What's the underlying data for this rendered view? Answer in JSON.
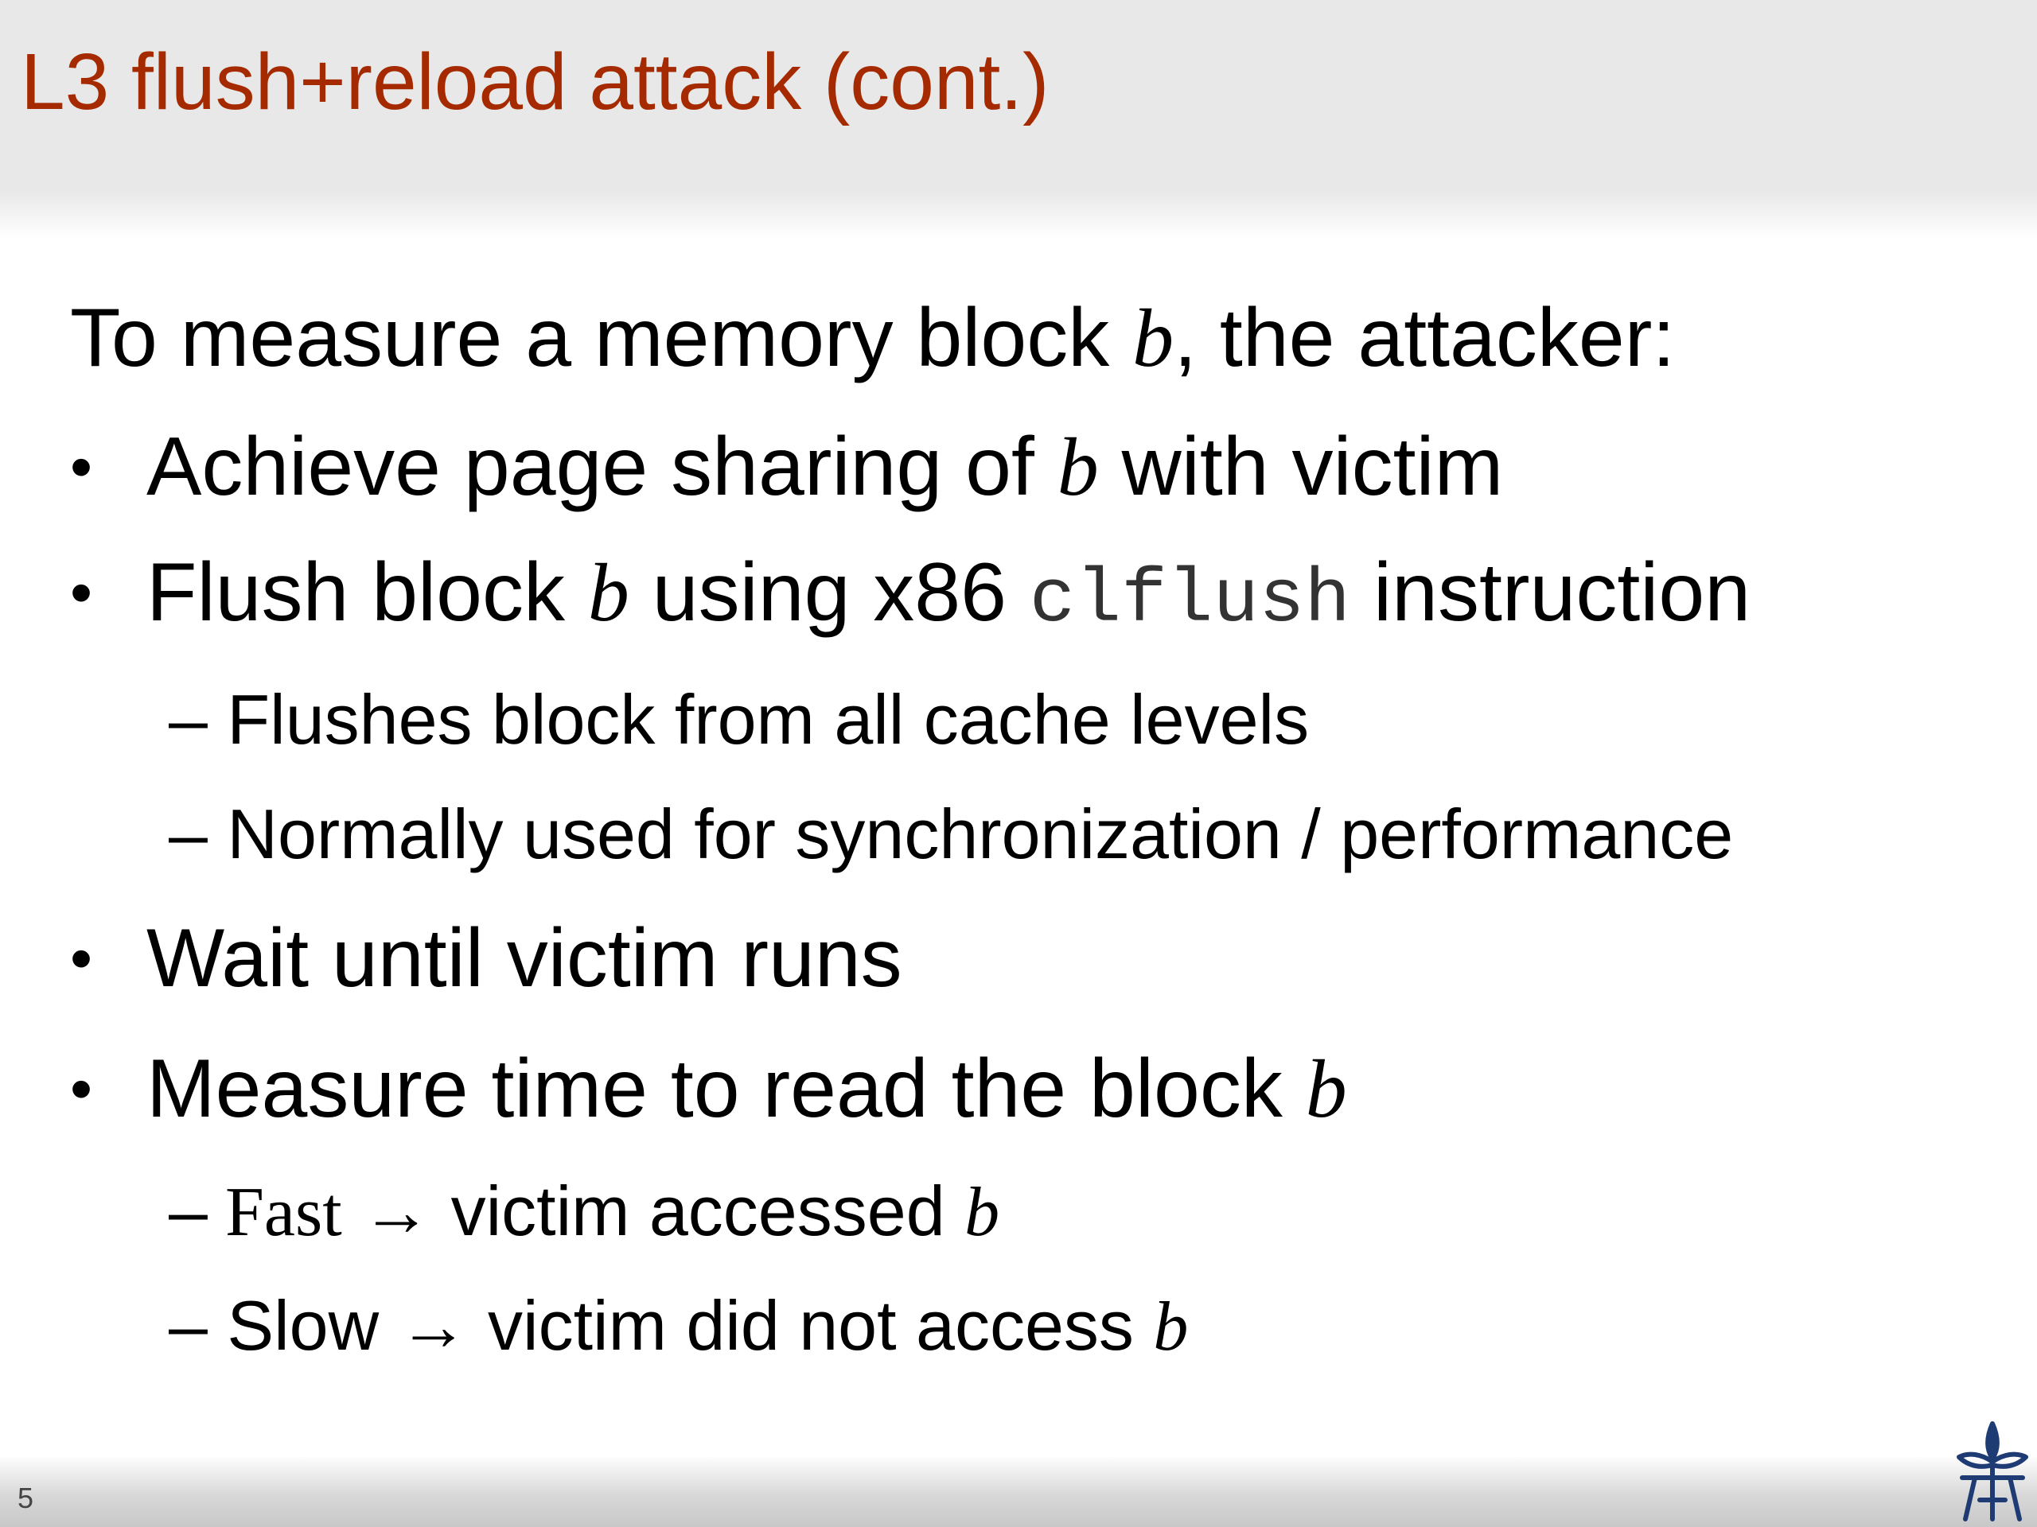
{
  "title": "L3 flush+reload attack (cont.)",
  "intro": {
    "before": "To measure a memory block ",
    "var": "b",
    "after": ", the attacker:"
  },
  "bullets": {
    "b1": {
      "marker": "•",
      "before": "Achieve page sharing of ",
      "var": "b",
      "after": " with victim"
    },
    "b2": {
      "marker": "•",
      "before": "Flush block ",
      "var": "b",
      "middle": " using x86 ",
      "code": "clflush",
      "after": " instruction",
      "subs": [
        {
          "marker": "–",
          "text": " Flushes block from all cache levels"
        },
        {
          "marker": "–",
          "text": " Normally used for synchronization / performance"
        }
      ]
    },
    "b3": {
      "marker": "•",
      "text": "Wait until victim runs"
    },
    "b4": {
      "marker": "•",
      "before": "Measure time to read the block ",
      "var": "b",
      "subs": [
        {
          "marker": "–",
          "word": " Fast",
          "arrow": " → ",
          "text": "victim accessed ",
          "var": "b"
        },
        {
          "marker": "–",
          "word": " Slow",
          "arrow": " → ",
          "text": "victim did not access ",
          "var": "b"
        }
      ]
    }
  },
  "footer": {
    "page_number": "5",
    "logo_icon": "university-logo-icon"
  },
  "colors": {
    "title": "#a52a00",
    "logo": "#1f3b73"
  }
}
